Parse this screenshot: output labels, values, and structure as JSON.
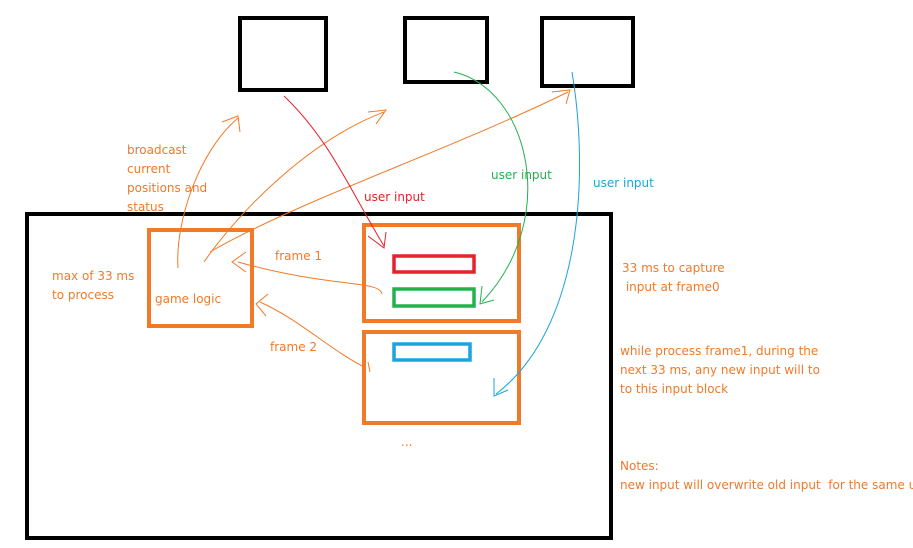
{
  "colors": {
    "orange": "#f07a28",
    "red": "#e8202a",
    "green": "#22b24c",
    "blue": "#1aa3e0",
    "black": "#000000"
  },
  "labels": {
    "broadcast": "broadcast\ncurrent\npositions and\nstatus",
    "max_process": "max of 33 ms\nto process",
    "game_logic": "game logic",
    "frame1": "frame 1",
    "frame2": "frame 2",
    "user_input_red": "user input",
    "user_input_green": "user input",
    "user_input_blue": "user input",
    "capture": "33 ms to capture\n input at frame0",
    "while_process": "while process frame1, during the\nnext 33 ms, any new input will to\nto this input block",
    "ellipsis": "...",
    "notes": "Notes:\nnew input will overwrite old input  for the same user"
  }
}
